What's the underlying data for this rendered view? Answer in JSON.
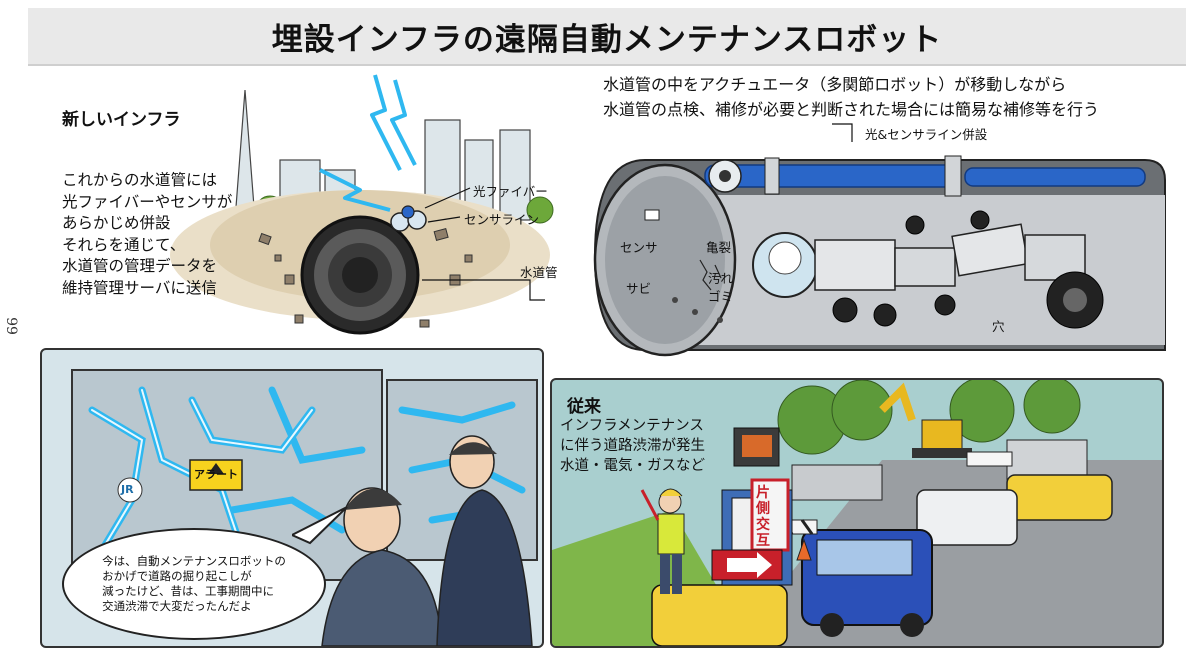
{
  "title": "埋設インフラの遠隔自動メンテナンスロボット",
  "page_number": "99",
  "new_infra": {
    "heading": "新しいインフラ",
    "body": "これからの水道管には\n光ファイバーやセンサが\nあらかじめ併設\nそれらを通じて、\n水道管の管理データを\n維持管理サーバに送信",
    "labels": {
      "fiber": "光ファイバー",
      "sensor_line": "センサライン",
      "pipe": "水道管"
    }
  },
  "robot": {
    "caption": "水道管の中をアクチュエータ（多関節ロボット）が移動しながら\n水道管の点検、補修が必要と判断された場合には簡易な補修等を行う",
    "line_label": "光&センサライン併設",
    "labels": {
      "sensor": "センサ",
      "crack": "亀裂",
      "rust": "サビ",
      "dirt": "汚れ",
      "trash": "ゴミ",
      "hole": "穴"
    }
  },
  "control_room": {
    "alert": "アラート",
    "jr": "JR",
    "speech": "今は、自動メンテナンスロボットの\nおかげで道路の掘り起こしが\n減ったけど、昔は、工事期間中に\n交通渋滞で大変だったんだよ"
  },
  "traditional": {
    "heading": "従来",
    "body": "インフラメンテナンス\nに伴う道路渋滞が発生\n水道・電気・ガスなど",
    "sign": "片側交互"
  },
  "colors": {
    "cyan_glow": "#2fb8f0",
    "pipe_blue": "#2a66c8",
    "sky_teal": "#7fd0d0",
    "truck_blue": "#2b50b8",
    "car_yellow": "#f2cf3a",
    "sign_red": "#c8202a",
    "excavator_yellow": "#e8b820"
  }
}
